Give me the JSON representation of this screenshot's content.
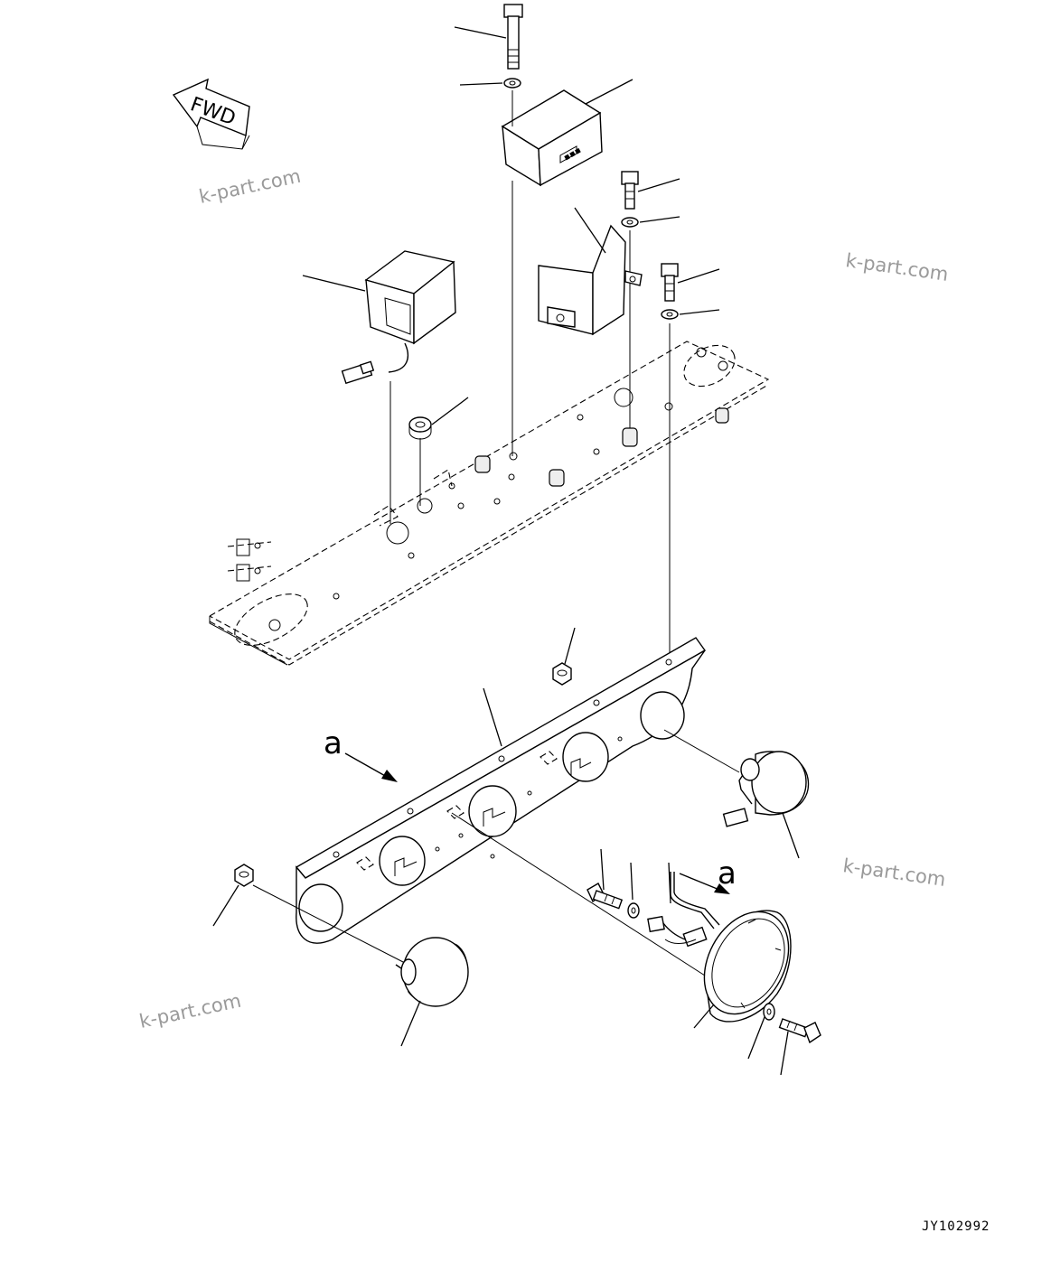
{
  "diagram": {
    "direction_label": "FWD",
    "view_marker_left": "a",
    "view_marker_right": "a",
    "drawing_number": "JY102992",
    "watermarks": [
      "k-part.com",
      "k-part.com",
      "k-part.com",
      "k-part.com"
    ]
  }
}
